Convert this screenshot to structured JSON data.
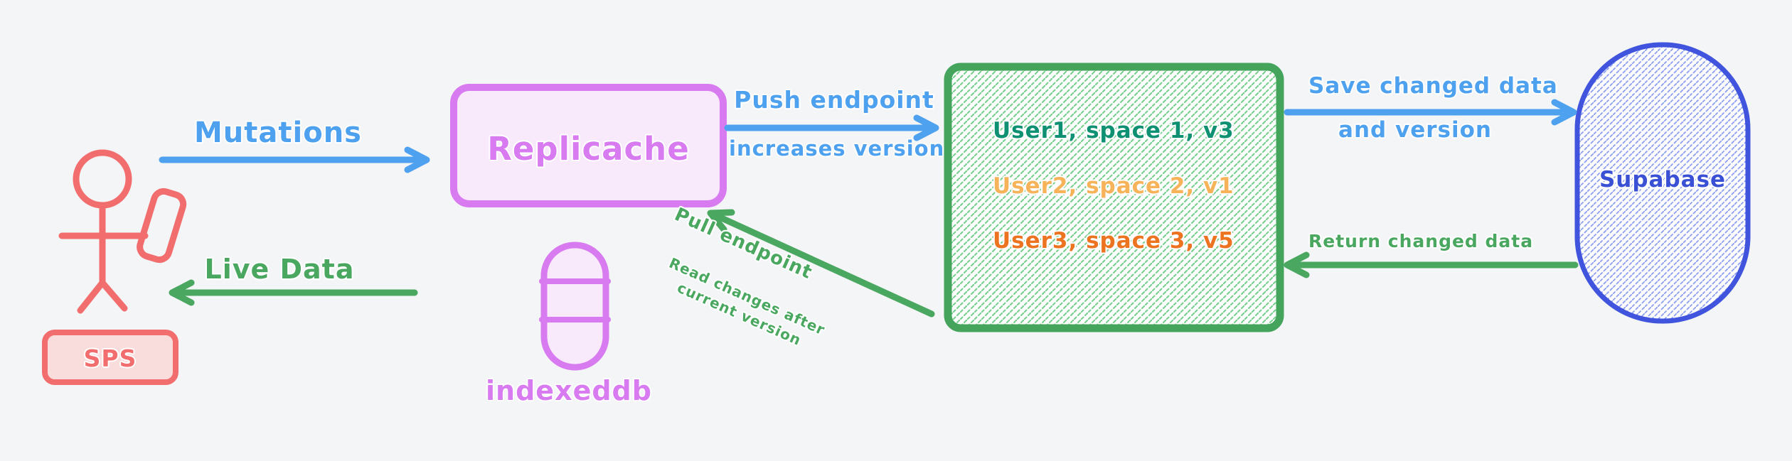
{
  "colors": {
    "bg": "#f4f5f7",
    "blue": "#4da1ef",
    "blue-dark": "#4054dd",
    "blue-hatch": "#8c9ff0",
    "green": "#4aa760",
    "green-box": "#44a45c",
    "green-hatch": "#74cf8b",
    "red": "#f26d6d",
    "red-fill": "#f9dcdc",
    "violet": "#d87af0",
    "violet-fill": "#f8e9fb",
    "supabase-text": "#3a50d5",
    "hatch-bg": "#fdfefd"
  },
  "actor": {
    "label": "SPS"
  },
  "nodes": {
    "replicache": {
      "label": "Replicache"
    },
    "indexeddb": {
      "label": "indexeddb"
    },
    "version_store": {
      "rows": [
        {
          "text": "User1, space 1, v3",
          "color": "#0e9072"
        },
        {
          "text": "User2, space 2, v1",
          "color": "#f7b35a"
        },
        {
          "text": "User3, space 3, v5",
          "color": "#ec7320"
        }
      ]
    },
    "supabase": {
      "label": "Supabase"
    }
  },
  "arrows": {
    "mutations": {
      "label": "Mutations"
    },
    "live_data": {
      "label": "Live Data"
    },
    "push": {
      "label": "Push endpoint",
      "sublabel": "increases version"
    },
    "pull": {
      "label": "Pull endpoint",
      "sublabel_line1": "Read changes after",
      "sublabel_line2": "current version"
    },
    "save": {
      "label_line1": "Save changed data",
      "label_line2": "and version"
    },
    "return": {
      "label": "Return changed data"
    }
  }
}
